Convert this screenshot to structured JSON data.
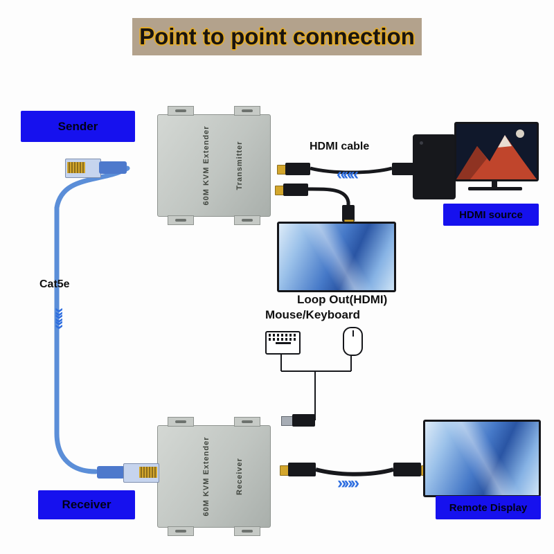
{
  "title": {
    "text": "Point to point connection"
  },
  "labels": {
    "sender": "Sender",
    "receiver": "Receiver",
    "cat5e": "Cat5e",
    "hdmi_cable": "HDMI cable",
    "hdmi_source": "HDMI source",
    "loop_out": "Loop Out(HDMI)",
    "mouse_keyboard": "Mouse/Keyboard",
    "remote_display": "Remote Display"
  },
  "devices": {
    "transmitter": {
      "model": "60M KVM Extender",
      "role": "Transmitter"
    },
    "receiver": {
      "model": "60M KVM Extender",
      "role": "Receiver"
    }
  },
  "arrows": {
    "left_chevrons": "«««",
    "right_chevrons": "»»»",
    "down_chevrons": "»»»"
  },
  "colors": {
    "banner_bg": "#b3a28c",
    "title_outline": "#e2aa28",
    "label_bg": "#1611ee",
    "arrow_blue": "#2e6ee0",
    "cable_blue": "#5b8ed8",
    "connector_gold": "#d3a62c",
    "device_gray": "#c0c5c1"
  }
}
